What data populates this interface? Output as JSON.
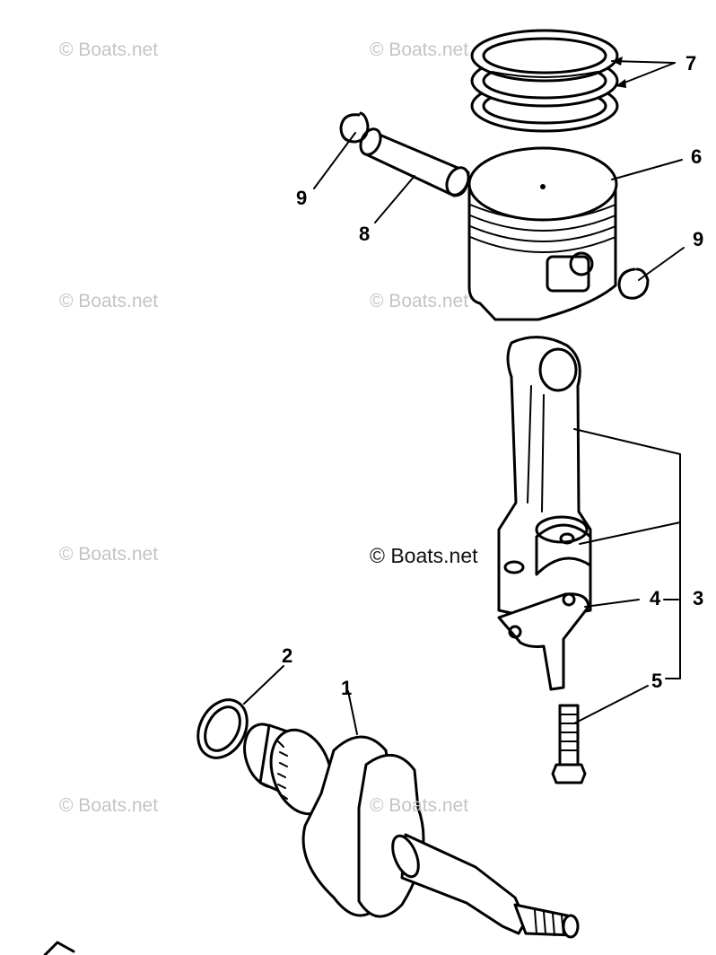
{
  "watermark": "© Boats.net",
  "callouts": {
    "c1": "1",
    "c2": "2",
    "c3": "3",
    "c4": "4",
    "c5": "5",
    "c6": "6",
    "c7": "7",
    "c8": "8",
    "c9a": "9",
    "c9b": "9"
  }
}
